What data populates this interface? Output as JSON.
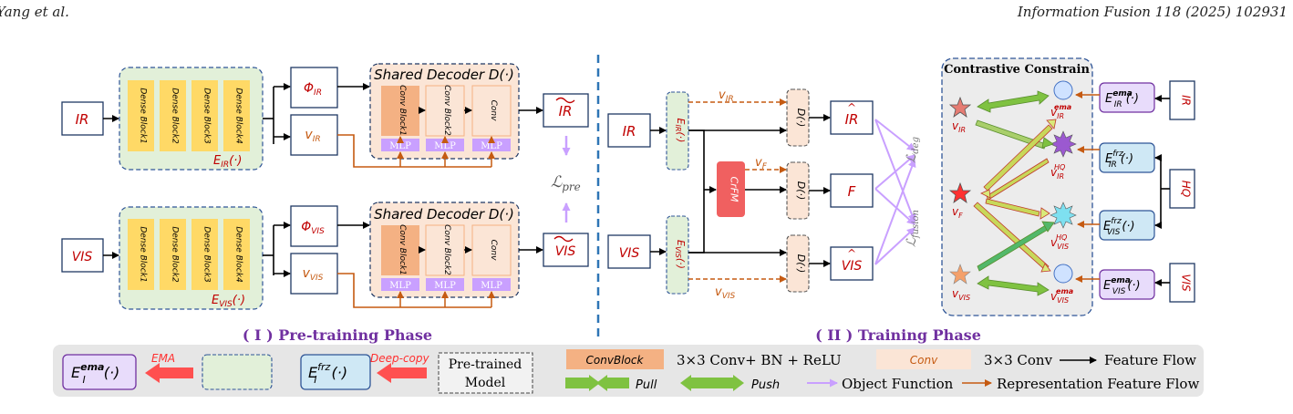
{
  "header": {
    "authors": "Yang et al.",
    "journal": "Information Fusion 118 (2025) 102931"
  },
  "colors": {
    "dense_fill": "#ffd966",
    "encoder_bg": "#e2f0d9",
    "decoder_bg": "#fbe5d6",
    "convblock_fill": "#f4b183",
    "mlp_fill": "#c9a0ff",
    "red_text": "#c00000",
    "orange_flow": "#c55a11",
    "purple": "#7030a0",
    "blue_divider": "#2e75b6"
  },
  "phase1": {
    "ir_input": "IR",
    "vis_input": "VIS",
    "dense_blocks": [
      "Dense Block1",
      "Dense Block2",
      "Dense Block3",
      "Dense Block4"
    ],
    "enc_ir_label": "E",
    "enc_ir_sub": "IR",
    "enc_ir_arg": "(·)",
    "enc_vis_label": "E",
    "enc_vis_sub": "VIS",
    "enc_vis_arg": "(·)",
    "phi_ir": "Φ",
    "phi_ir_sub": "IR",
    "phi_vis": "Φ",
    "phi_vis_sub": "VIS",
    "v_ir": "v",
    "v_ir_sub": "IR",
    "v_vis": "v",
    "v_vis_sub": "VIS",
    "decoder_title": "Shared Decoder D(·)",
    "decoder_blocks": [
      "Conv Block1",
      "Conv Block2",
      "Conv"
    ],
    "mlp": "MLP",
    "out_ir": "IR",
    "out_vis": "VIS",
    "loss_pre": "pre",
    "phase_title": "( I ) Pre-training Phase"
  },
  "phase2": {
    "ir_input": "IR",
    "vis_input": "VIS",
    "enc_ir": "E",
    "enc_ir_sub": "IR",
    "enc_ir_arg": "(·)",
    "enc_vis": "E",
    "enc_vis_sub": "VIS",
    "enc_vis_arg": "(·)",
    "v_ir": "v",
    "v_ir_sub": "IR",
    "v_f": "v",
    "v_f_sub": "F",
    "v_vis": "v",
    "v_vis_sub": "VIS",
    "crfm": "CrFM",
    "decoder": "D(·)",
    "out_ir": "IR",
    "out_f": "F",
    "out_vis": "VIS",
    "loss_deg": "deg",
    "loss_fusion": "fusion",
    "phase_title": "( II ) Training Phase"
  },
  "contrastive": {
    "title": "Contrastive Constrain",
    "labels": [
      {
        "base": "v",
        "sub": "IR",
        "sup": ""
      },
      {
        "base": "v",
        "sub": "IR",
        "sup": "ema"
      },
      {
        "base": "v",
        "sub": "IR",
        "sup": "HQ"
      },
      {
        "base": "v",
        "sub": "F",
        "sup": ""
      },
      {
        "base": "v",
        "sub": "VIS",
        "sup": "HQ"
      },
      {
        "base": "v",
        "sub": "VIS",
        "sup": ""
      },
      {
        "base": "v",
        "sub": "VIS",
        "sup": "ema"
      }
    ],
    "ema_ir": {
      "base": "E",
      "sup": "ema",
      "sub": "IR",
      "arg": "(·)"
    },
    "frz_ir": {
      "base": "E",
      "sup": "frz",
      "sub": "IR",
      "arg": "(·)"
    },
    "frz_vis": {
      "base": "E",
      "sup": "frz",
      "sub": "VIS",
      "arg": "(·)"
    },
    "ema_vis": {
      "base": "E",
      "sup": "ema",
      "sub": "VIS",
      "arg": "(·)"
    },
    "right_ir": "IR",
    "right_hq": "HQ",
    "right_vis": "VIS"
  },
  "legend": {
    "ema_box": {
      "base": "E",
      "sup": "ema",
      "sub": "I",
      "arg": "(·)"
    },
    "ema_arrow_label": "EMA",
    "frz_box": {
      "base": "E",
      "sup": "frz",
      "sub": "I",
      "arg": "(·)"
    },
    "deepcopy_label": "Deep-copy",
    "pretrained_line1": "Pre-trained",
    "pretrained_line2": "Model",
    "convblock_chip": "ConvBlock",
    "convblock_desc": "3×3 Conv+ BN + ReLU",
    "conv_chip": "Conv",
    "conv_desc": "3×3 Conv",
    "feature_flow": "Feature Flow",
    "pull": "Pull",
    "push": "Push",
    "object_function": "Object Function",
    "rep_flow": "Representation Feature Flow"
  }
}
